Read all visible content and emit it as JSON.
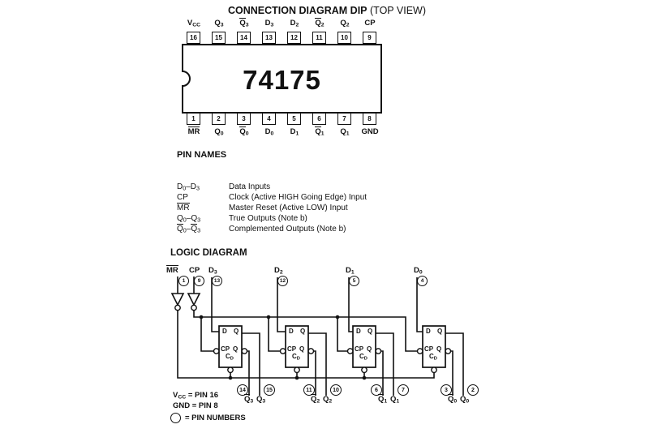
{
  "title": {
    "main": "CONNECTION DIAGRAM DIP",
    "suffix": "(TOP VIEW)"
  },
  "dip": {
    "part_number": "74175",
    "top_pins": [
      {
        "num": "16",
        "label": "V_{CC}"
      },
      {
        "num": "15",
        "label": "Q_{3}"
      },
      {
        "num": "14",
        "label": "~{Q}_{3}"
      },
      {
        "num": "13",
        "label": "D_{3}"
      },
      {
        "num": "12",
        "label": "D_{2}"
      },
      {
        "num": "11",
        "label": "~{Q}_{2}"
      },
      {
        "num": "10",
        "label": "Q_{2}"
      },
      {
        "num": "9",
        "label": "CP"
      }
    ],
    "bottom_pins": [
      {
        "num": "1",
        "label": "~{MR}"
      },
      {
        "num": "2",
        "label": "Q_{0}"
      },
      {
        "num": "3",
        "label": "~{Q}_{0}"
      },
      {
        "num": "4",
        "label": "D_{0}"
      },
      {
        "num": "5",
        "label": "D_{1}"
      },
      {
        "num": "6",
        "label": "~{Q}_{1}"
      },
      {
        "num": "7",
        "label": "Q_{1}"
      },
      {
        "num": "8",
        "label": "GND"
      }
    ]
  },
  "pin_names": {
    "heading": "PIN NAMES",
    "rows": [
      {
        "name": "D_{0}–D_{3}",
        "desc": "Data Inputs"
      },
      {
        "name": "CP",
        "desc": "Clock (Active HIGH Going Edge) Input"
      },
      {
        "name": "~{MR}",
        "desc": "Master Reset (Active LOW) Input"
      },
      {
        "name": "Q_{0}–Q_{3}",
        "desc": "True Outputs (Note b)"
      },
      {
        "name": "~{Q}_{0}–~{Q}_{3}",
        "desc": "Complemented Outputs (Note b)"
      }
    ]
  },
  "logic": {
    "heading": "LOGIC DIAGRAM",
    "inputs": [
      {
        "label": "~{MR}",
        "pin": "1"
      },
      {
        "label": "CP",
        "pin": "9"
      },
      {
        "label": "D_{3}",
        "pin": "13"
      },
      {
        "label": "D_{2}",
        "pin": "12"
      },
      {
        "label": "D_{1}",
        "pin": "5"
      },
      {
        "label": "D_{0}",
        "pin": "4"
      }
    ],
    "ff_labels": {
      "d": "D",
      "q": "Q",
      "cp": "CP",
      "qb": "Q",
      "cd": "C_{D}"
    },
    "outputs": [
      {
        "qb_pin": "14",
        "qb_label": "~{Q}_{3}",
        "q_pin": "15",
        "q_label": "Q_{3}"
      },
      {
        "qb_pin": "11",
        "qb_label": "~{Q}_{2}",
        "q_pin": "10",
        "q_label": "Q_{2}"
      },
      {
        "qb_pin": "6",
        "qb_label": "~{Q}_{1}",
        "q_pin": "7",
        "q_label": "Q_{1}"
      },
      {
        "qb_pin": "3",
        "qb_label": "~{Q}_{0}",
        "q_pin": "2",
        "q_label": "Q_{0}"
      }
    ],
    "legend": {
      "vcc": "V_{CC} = PIN 16",
      "gnd": "GND = PIN 8",
      "circle_meaning": "= PIN NUMBERS"
    }
  }
}
